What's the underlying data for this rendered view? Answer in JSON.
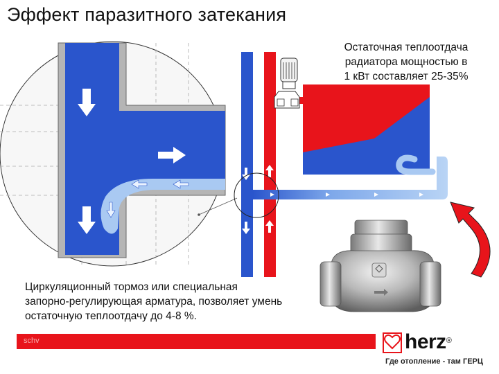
{
  "title": "Эффект паразитного затекания",
  "note": {
    "lines": [
      "Остаточная теплоотдача",
      "радиатора мощностью в",
      "1 кВт составляет 25-35%"
    ]
  },
  "caption": {
    "lines": [
      "Циркуляционный тормоз или специальная",
      "запорно-регулирующая арматура, позволяет умень",
      "остаточную теплоотдачу до 4-8 %."
    ]
  },
  "footer": {
    "label": "schv",
    "logo_text": "herz",
    "registered": "®",
    "tagline": "Где отопление - там ГЕРЦ"
  },
  "colors": {
    "hot_pipe": "#e8141b",
    "cold_pipe": "#2a55cc",
    "light_flow": "#a9c9f2",
    "accent_arrow": "#e8141b"
  }
}
